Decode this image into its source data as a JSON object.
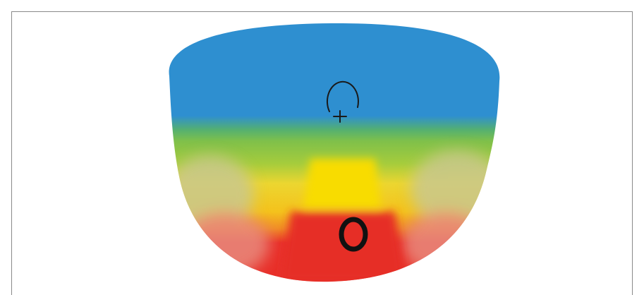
{
  "figure": {
    "subject": "progressive-lens-zone-map",
    "zones": [
      {
        "name": "distance-zone",
        "color": "#2e8fd0"
      },
      {
        "name": "intermediate-zone",
        "color": "#7fc04a"
      },
      {
        "name": "transition-zone",
        "color": "#f0d020"
      },
      {
        "name": "near-zone",
        "color": "#e8302a"
      }
    ],
    "peripheral_colors": {
      "upper": "#c6c98a",
      "lower": "#e88a7d"
    },
    "markers": [
      {
        "name": "fitting-cross",
        "color": "#1a1a1a"
      },
      {
        "name": "near-reference-circle",
        "color": "#111111"
      }
    ],
    "frame_border_color": "#8a8a8a"
  }
}
